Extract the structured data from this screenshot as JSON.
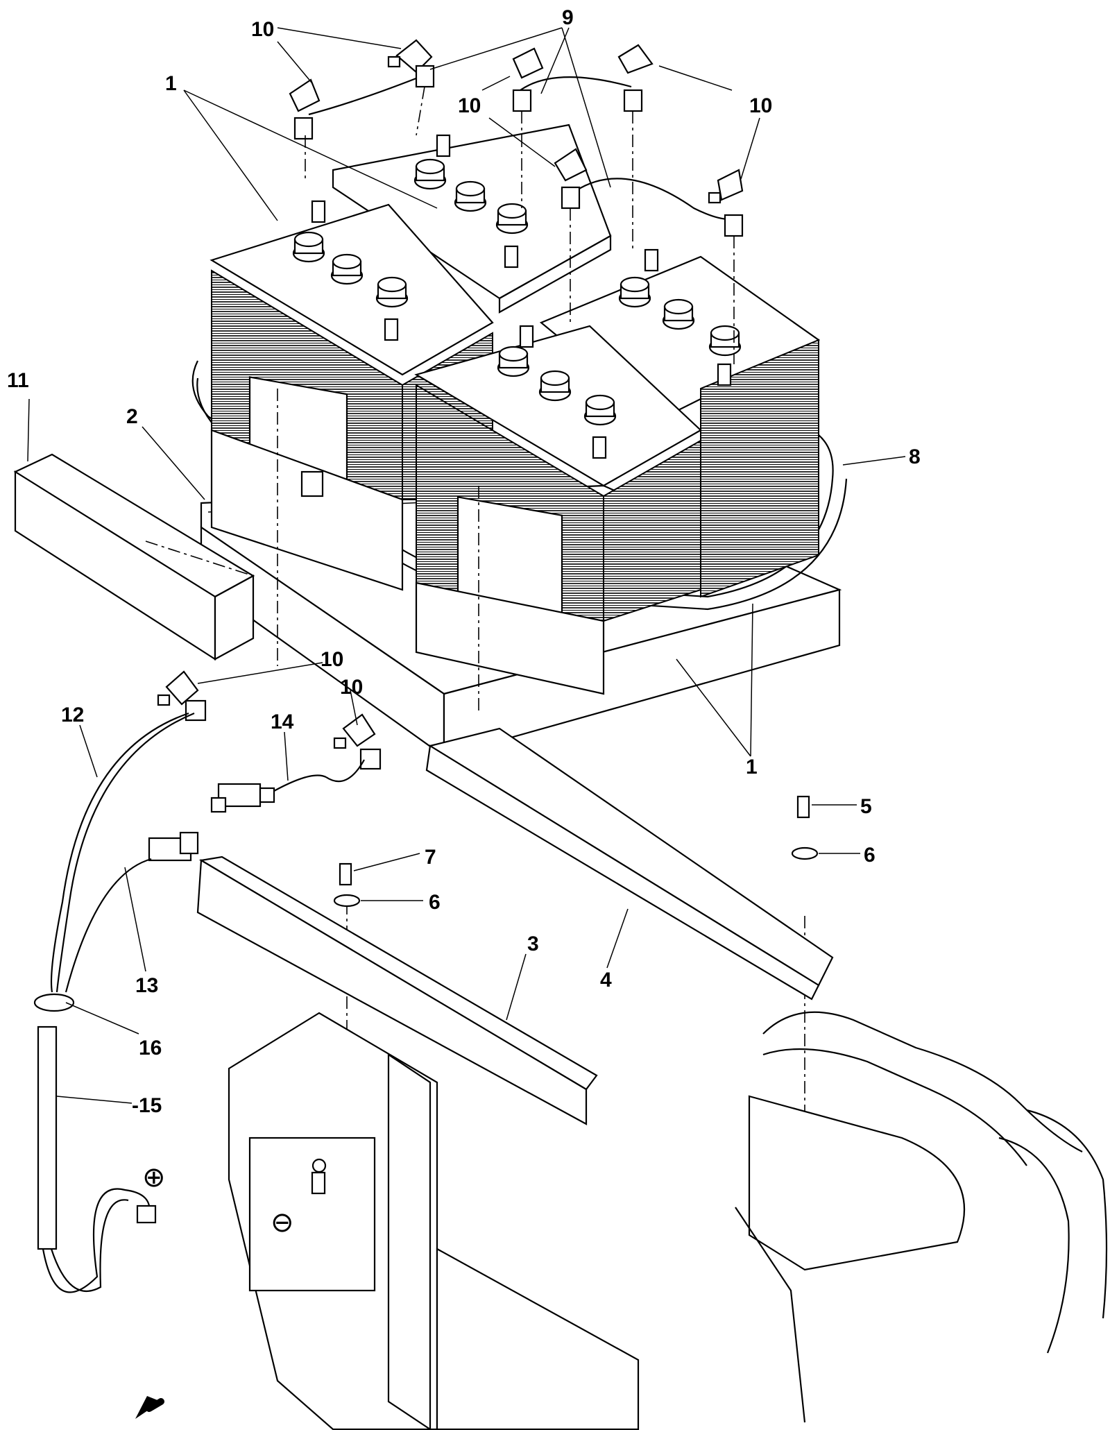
{
  "diagram": {
    "callouts": {
      "c1": "1",
      "c2": "2",
      "c3": "3",
      "c4": "4",
      "c5": "5",
      "c6": "6",
      "c7": "7",
      "c8": "8",
      "c9": "9",
      "c10": "10",
      "c11": "11",
      "c12": "12",
      "c13": "13",
      "c14": "14",
      "c15": "-15",
      "c16": "16"
    },
    "terminal_symbols": {
      "positive": "⊕",
      "negative": "⊖"
    },
    "icons": {
      "direction": "arrow-forward-icon"
    }
  }
}
